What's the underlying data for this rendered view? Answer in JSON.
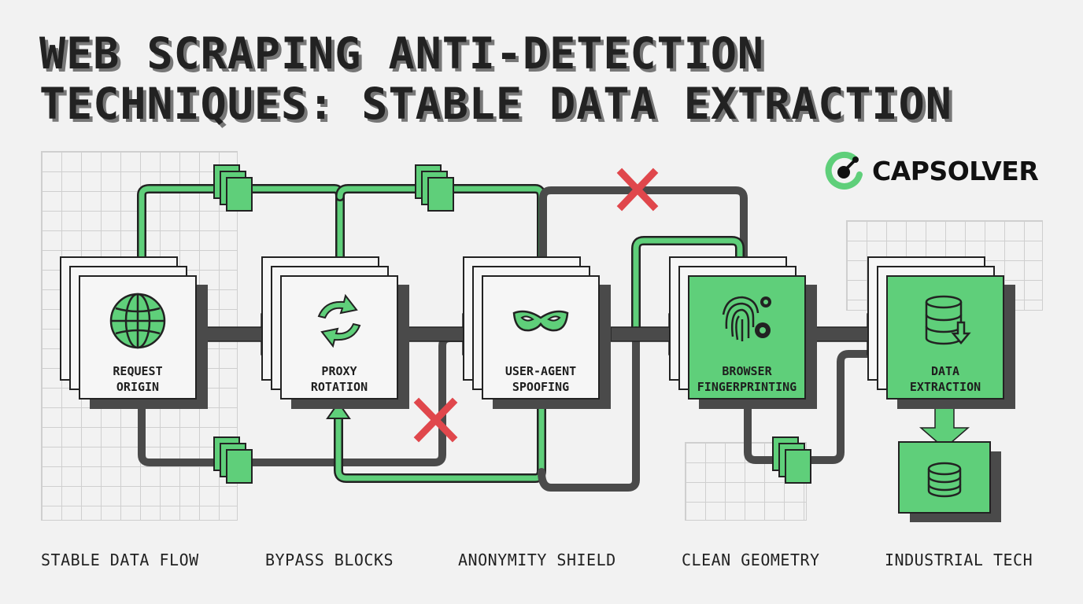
{
  "title": {
    "line1": "WEB SCRAPING ANTI-DETECTION",
    "line2": "TECHNIQUES: STABLE DATA EXTRACTION"
  },
  "logo": {
    "text": "CAPSOLVER"
  },
  "nodes": [
    {
      "label1": "REQUEST",
      "label2": "ORIGIN",
      "icon": "globe-icon"
    },
    {
      "label1": "PROXY",
      "label2": "ROTATION",
      "icon": "refresh-icon"
    },
    {
      "label1": "USER-AGENT",
      "label2": "SPOOFING",
      "icon": "mask-icon"
    },
    {
      "label1": "BROWSER",
      "label2": "FINGERPRINTING",
      "icon": "fingerprint-gears-icon"
    },
    {
      "label1": "DATA",
      "label2": "EXTRACTION",
      "icon": "database-download-icon"
    }
  ],
  "captions": [
    "STABLE DATA FLOW",
    "BYPASS BLOCKS",
    "ANONYMITY SHIELD",
    "CLEAN GEOMETRY",
    "INDUSTRIAL TECH"
  ],
  "colors": {
    "green": "#5fcf7a",
    "dark": "#4a4a4a",
    "red": "#e0474c",
    "background": "#f2f2f2"
  }
}
